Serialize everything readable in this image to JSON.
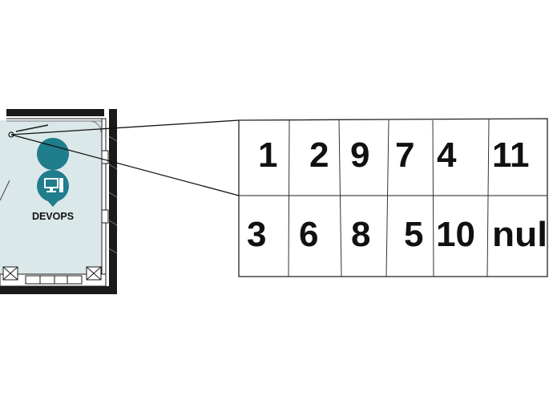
{
  "floorplan": {
    "room_label": "DEVOPS",
    "room_fill": "#dbe8ea",
    "wall_color": "#1a1a1a",
    "marker_color": "#1f7d8c",
    "marker_icon": "computer-icon"
  },
  "grid": {
    "rows": [
      [
        "1",
        "2",
        "9",
        "7",
        "4",
        "11"
      ],
      [
        "3",
        "6",
        "8",
        "5",
        "10",
        "nul"
      ]
    ]
  }
}
